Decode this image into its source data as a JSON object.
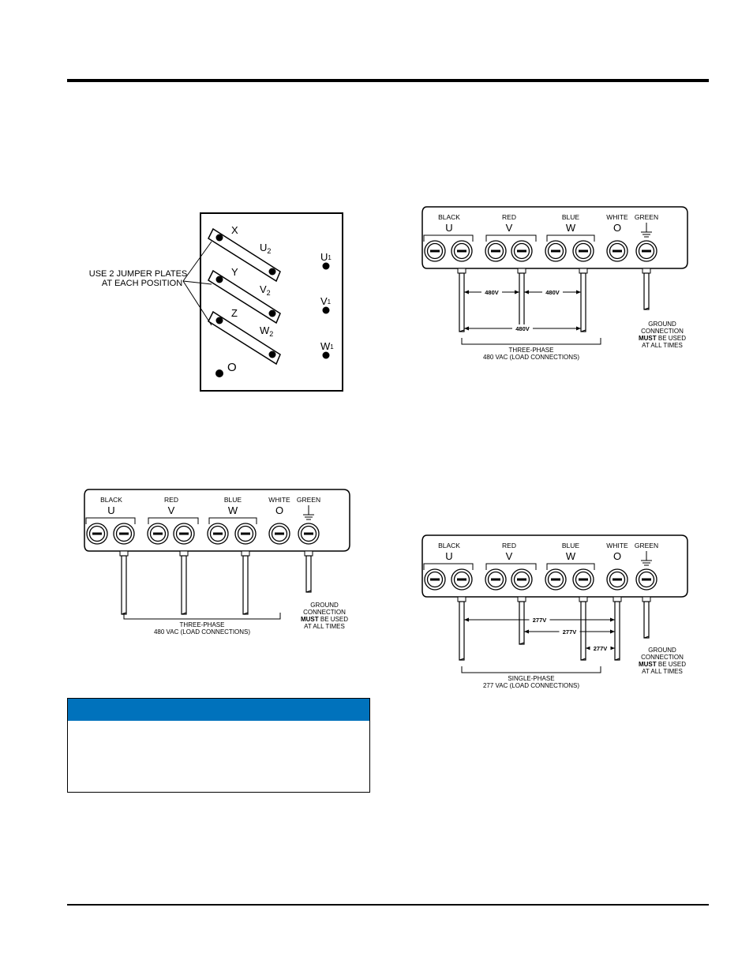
{
  "jumper_diagram": {
    "instruction": [
      "USE 2 JUMPER PLATES",
      "AT EACH POSITION"
    ],
    "plates": [
      {
        "top": "X",
        "bottom": "U",
        "sub": "2"
      },
      {
        "top": "Y",
        "bottom": "V",
        "sub": "2"
      },
      {
        "top": "Z",
        "bottom": "W",
        "sub": "2"
      }
    ],
    "terminals": [
      {
        "letter": "U",
        "sub": "1"
      },
      {
        "letter": "V",
        "sub": "1"
      },
      {
        "letter": "W",
        "sub": "1"
      }
    ],
    "neutral": "O"
  },
  "terminal_strip": {
    "colors": [
      "BLACK",
      "RED",
      "BLUE",
      "WHITE",
      "GREEN"
    ],
    "letters": [
      "U",
      "V",
      "W",
      "O"
    ],
    "ground_lines": [
      "GROUND",
      "CONNECTION",
      "MUST BE USED",
      "AT ALL TIMES"
    ],
    "ground_bold": "MUST"
  },
  "diagram_a": {
    "caption": [
      "THREE-PHASE",
      "480 VAC (LOAD CONNECTIONS)"
    ]
  },
  "diagram_b": {
    "caption": [
      "THREE-PHASE",
      "480 VAC (LOAD CONNECTIONS)"
    ],
    "voltages": [
      "480V",
      "480V",
      "480V"
    ]
  },
  "diagram_c": {
    "caption": [
      "SINGLE-PHASE",
      "277 VAC (LOAD CONNECTIONS)"
    ],
    "voltages": [
      "277V",
      "277V",
      "277V"
    ]
  },
  "colors": {
    "accent": "#0072bc",
    "ink": "#000000",
    "lug_fill": "#ffffff"
  }
}
